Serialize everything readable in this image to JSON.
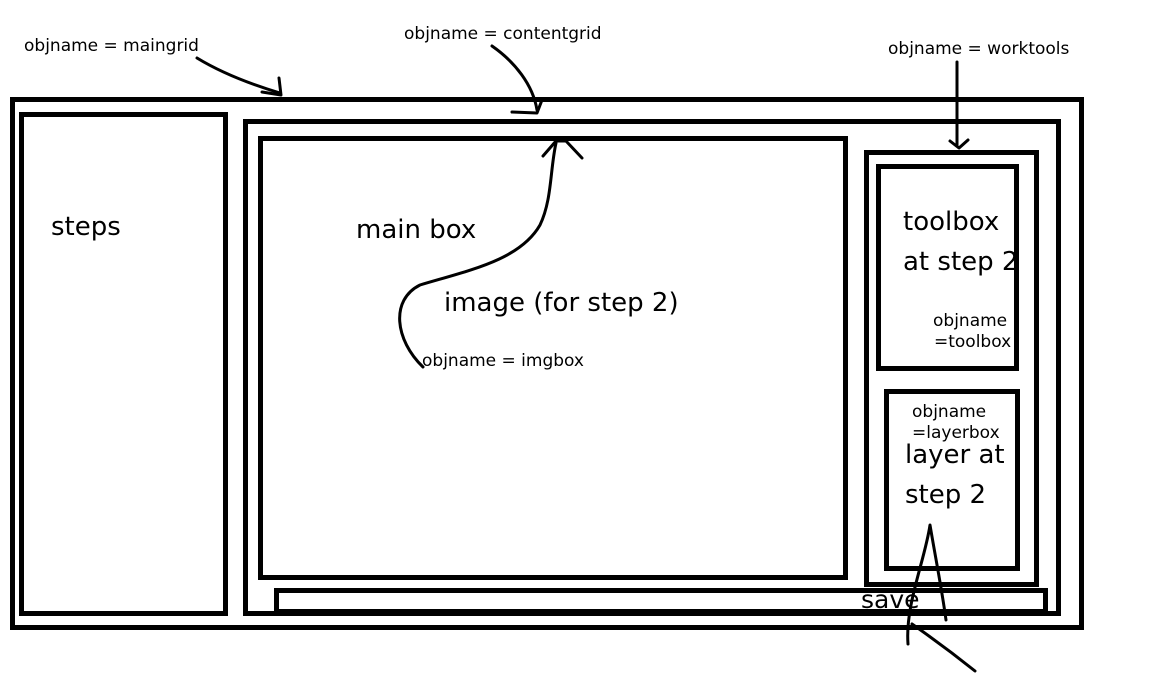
{
  "annotations": {
    "maingrid": "objname = maingrid",
    "contentgrid": "objname = contentgrid",
    "worktools": "objname = worktools",
    "imgbox": "objname = imgbox",
    "toolbox_line1": "objname",
    "toolbox_line2": "=toolbox",
    "layerbox_line1": "objname",
    "layerbox_line2": "=layerbox"
  },
  "labels": {
    "steps": "steps",
    "main_box": "main box",
    "image": "image (for step 2)",
    "toolbox_line1": "toolbox",
    "toolbox_line2": "at step 2",
    "layer_line1": "layer at",
    "layer_line2": "step 2",
    "save": "save"
  },
  "colors": {
    "stroke": "#000000",
    "background": "#ffffff"
  }
}
